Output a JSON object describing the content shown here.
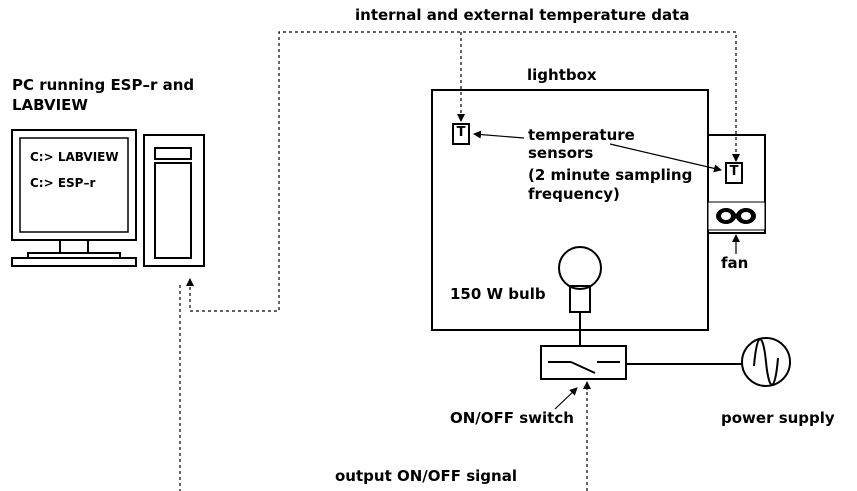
{
  "labels": {
    "top_data": "internal and external temperature data",
    "pc_line1": "PC running ESP–r and",
    "pc_line2": "LABVIEW",
    "screen_line1": "C:> LABVIEW",
    "screen_line2": "C:> ESP–r",
    "lightbox": "lightbox",
    "sensors_line1": "temperature",
    "sensors_line2": "sensors",
    "sensors_line3": "(2 minute sampling",
    "sensors_line4": "frequency)",
    "sensor_symbol": "T",
    "fan": "fan",
    "bulb": "150 W bulb",
    "switch": "ON/OFF switch",
    "power": "power supply",
    "signal": "output ON/OFF signal"
  },
  "colors": {
    "line": "#000000",
    "background": "#ffffff"
  }
}
